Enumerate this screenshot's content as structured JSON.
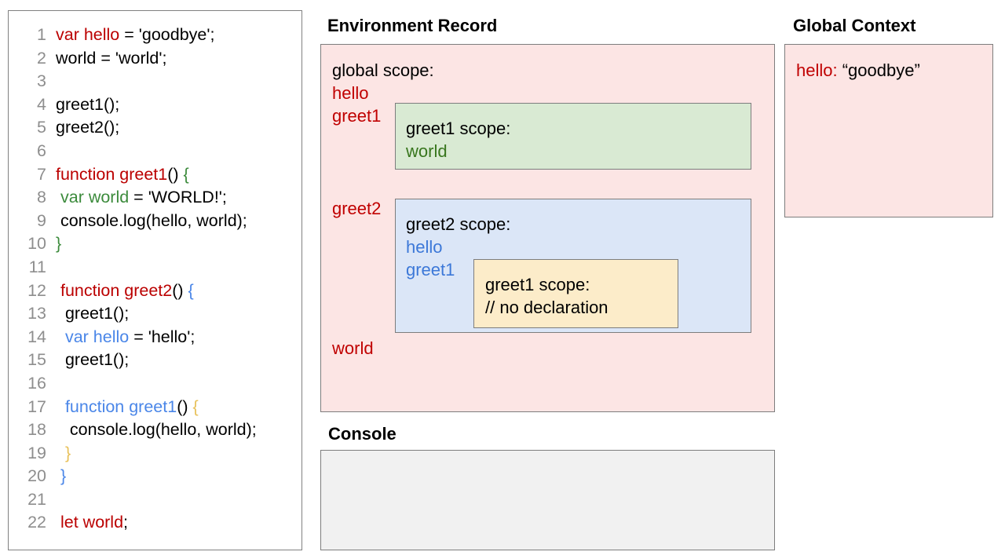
{
  "code_panel": {
    "lines": [
      {
        "num": "1",
        "segments": [
          {
            "t": "var hello",
            "c": "red"
          },
          {
            "t": " = 'goodbye';",
            "c": "black"
          }
        ]
      },
      {
        "num": "2",
        "segments": [
          {
            "t": "world = 'world';",
            "c": "black"
          }
        ]
      },
      {
        "num": "3",
        "segments": [
          {
            "t": "",
            "c": "black"
          }
        ]
      },
      {
        "num": "4",
        "segments": [
          {
            "t": "greet1();",
            "c": "black"
          }
        ]
      },
      {
        "num": "5",
        "segments": [
          {
            "t": "greet2();",
            "c": "black"
          }
        ]
      },
      {
        "num": "6",
        "segments": [
          {
            "t": "",
            "c": "black"
          }
        ]
      },
      {
        "num": "7",
        "segments": [
          {
            "t": "function greet1",
            "c": "red"
          },
          {
            "t": "() ",
            "c": "black"
          },
          {
            "t": "{",
            "c": "green"
          }
        ]
      },
      {
        "num": "8",
        "segments": [
          {
            "t": " ",
            "c": "black"
          },
          {
            "t": "var world",
            "c": "green"
          },
          {
            "t": " = 'WORLD!';",
            "c": "black"
          }
        ]
      },
      {
        "num": "9",
        "segments": [
          {
            "t": " console.log(hello, world);",
            "c": "black"
          }
        ]
      },
      {
        "num": "10",
        "segments": [
          {
            "t": "}",
            "c": "green"
          }
        ]
      },
      {
        "num": "11",
        "segments": [
          {
            "t": "",
            "c": "black"
          }
        ]
      },
      {
        "num": "12",
        "segments": [
          {
            "t": " ",
            "c": "black"
          },
          {
            "t": "function greet2",
            "c": "red"
          },
          {
            "t": "() ",
            "c": "black"
          },
          {
            "t": "{",
            "c": "blue"
          }
        ]
      },
      {
        "num": "13",
        "segments": [
          {
            "t": "  greet1();",
            "c": "black"
          }
        ]
      },
      {
        "num": "14",
        "segments": [
          {
            "t": "  ",
            "c": "black"
          },
          {
            "t": "var hello",
            "c": "blue"
          },
          {
            "t": " = 'hello';",
            "c": "black"
          }
        ]
      },
      {
        "num": "15",
        "segments": [
          {
            "t": "  greet1();",
            "c": "black"
          }
        ]
      },
      {
        "num": "16",
        "segments": [
          {
            "t": "",
            "c": "black"
          }
        ]
      },
      {
        "num": "17",
        "segments": [
          {
            "t": "  ",
            "c": "black"
          },
          {
            "t": "function greet1",
            "c": "blue"
          },
          {
            "t": "() ",
            "c": "black"
          },
          {
            "t": "{",
            "c": "yellow"
          }
        ]
      },
      {
        "num": "18",
        "segments": [
          {
            "t": "   console.log(hello, world);",
            "c": "black"
          }
        ]
      },
      {
        "num": "19",
        "segments": [
          {
            "t": "  ",
            "c": "black"
          },
          {
            "t": "}",
            "c": "yellow"
          }
        ]
      },
      {
        "num": "20",
        "segments": [
          {
            "t": " ",
            "c": "black"
          },
          {
            "t": "}",
            "c": "blue"
          }
        ]
      },
      {
        "num": "21",
        "segments": [
          {
            "t": "",
            "c": "black"
          }
        ]
      },
      {
        "num": "22",
        "segments": [
          {
            "t": " ",
            "c": "black"
          },
          {
            "t": "let world",
            "c": "red"
          },
          {
            "t": ";",
            "c": "black"
          }
        ]
      }
    ]
  },
  "environment_record": {
    "title": "Environment Record",
    "global_scope": {
      "head": "global scope:",
      "vars": [
        "hello",
        "greet1",
        "greet2",
        "world"
      ]
    },
    "greet1_scope": {
      "head": "greet1 scope:",
      "vars": [
        "world"
      ]
    },
    "greet2_scope": {
      "head": "greet2 scope:",
      "vars": [
        "hello",
        "greet1"
      ]
    },
    "greet1_inner_scope": {
      "head": "greet1 scope:",
      "note": "// no declaration"
    }
  },
  "global_context": {
    "title": "Global Context",
    "entries": [
      {
        "key": "hello:",
        "value": " “goodbye”"
      }
    ]
  },
  "console": {
    "title": "Console",
    "output": ""
  },
  "colors": {
    "pink_fill": "#fce5e4",
    "green_fill": "#d9ead3",
    "blue_fill": "#dbe6f7",
    "yellow_fill": "#fcecc9",
    "console_fill": "#f1f1f1",
    "border": "#7d7d7d",
    "red_text": "#c00000",
    "green_text": "#38761d",
    "blue_text": "#3c78d8",
    "line_number": "#8e8e8e"
  }
}
